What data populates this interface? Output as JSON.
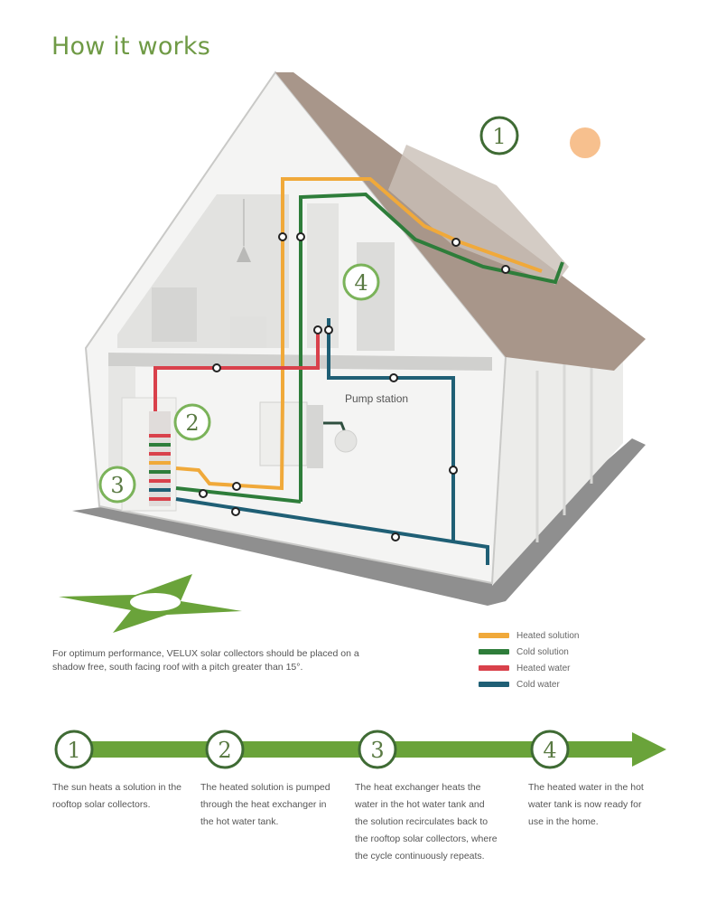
{
  "header": {
    "title": "How it works"
  },
  "diagram": {
    "markers": [
      {
        "id": "1",
        "label": "1"
      },
      {
        "id": "2",
        "label": "2"
      },
      {
        "id": "3",
        "label": "3"
      },
      {
        "id": "4",
        "label": "4"
      }
    ],
    "pump_station_label": "Pump station",
    "colors": {
      "heated_solution": "#f0a93a",
      "cold_solution": "#2e7d3a",
      "heated_water": "#d9414b",
      "cold_water": "#1f5f75",
      "roof": "#a8968a",
      "sun": "#f7c08e",
      "accent_green": "#6aa33a"
    }
  },
  "caption": "For optimum performance, VELUX solar collectors should be placed on a shadow free, south facing roof with a pitch greater than 15°.",
  "legend": {
    "items": [
      {
        "label": "Heated solution",
        "color": "#f0a93a"
      },
      {
        "label": "Cold solution",
        "color": "#2e7d3a"
      },
      {
        "label": "Heated water",
        "color": "#d9414b"
      },
      {
        "label": "Cold water",
        "color": "#1f5f75"
      }
    ]
  },
  "steps": [
    {
      "number": "1",
      "text": "The sun heats a solution in the rooftop solar collectors."
    },
    {
      "number": "2",
      "text": "The heated solution is pumped through the heat exchanger in the hot water tank."
    },
    {
      "number": "3",
      "text": "The heat exchanger heats the water in the hot water tank and the solution recirculates back to the rooftop solar collectors, where the cycle continuously repeats."
    },
    {
      "number": "4",
      "text": "The heated water in the hot water tank is now ready for use in the home."
    }
  ]
}
